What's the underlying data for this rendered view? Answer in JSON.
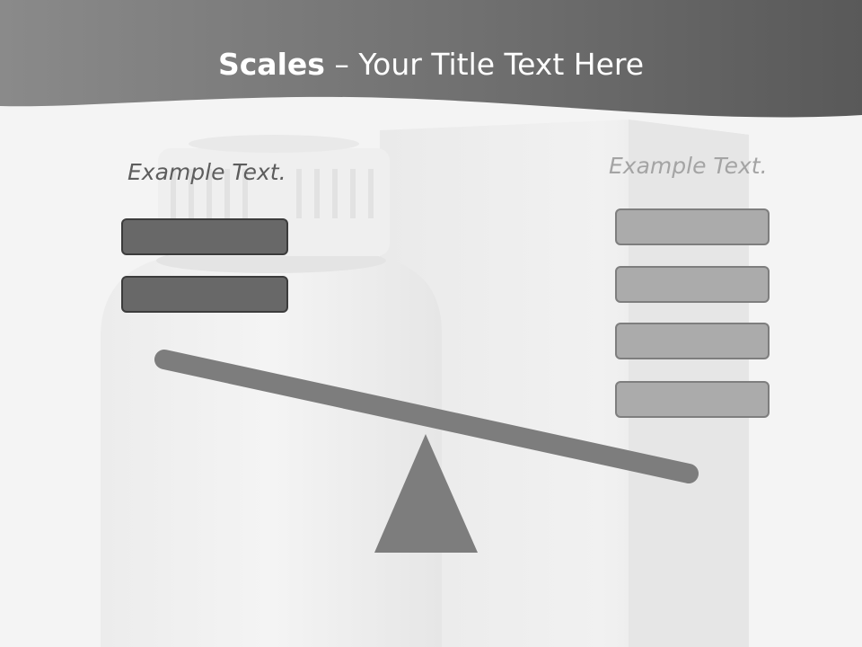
{
  "title": {
    "bold": "Scales",
    "rest": " – Your Title Text Here"
  },
  "left_label": "Example Text.",
  "right_label": "Example Text.",
  "left_boxes": [
    "",
    ""
  ],
  "right_boxes": [
    "",
    "",
    "",
    ""
  ],
  "colors": {
    "header_dark": "#595959",
    "header_light": "#8a8a8a",
    "beam": "#7d7d7d",
    "left_box_fill": "#686868",
    "right_box_fill": "#ababab"
  }
}
